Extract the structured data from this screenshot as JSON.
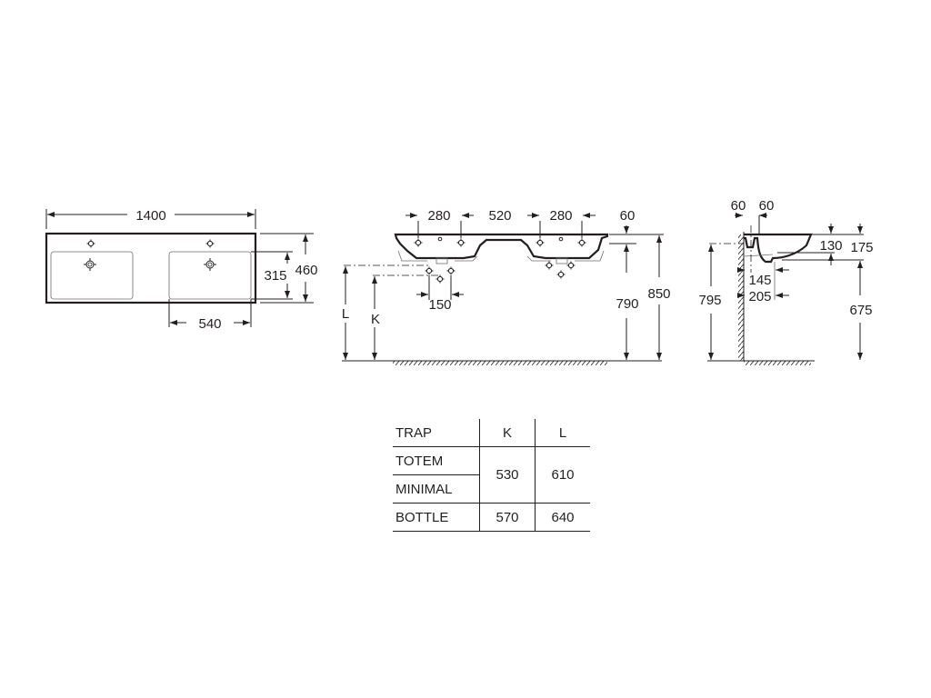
{
  "plan_view": {
    "overall_width": "1400",
    "overall_depth": "460",
    "basin_depth": "315",
    "basin_width": "540"
  },
  "front_view": {
    "tap_offset_left": "280",
    "tap_spacing_center": "520",
    "tap_offset_right": "280",
    "rim_thickness": "60",
    "waste_spacing": "150",
    "height_to_underside": "790",
    "height_to_top": "850",
    "label_l": "L",
    "label_k": "K"
  },
  "side_view": {
    "wall_gap": "60",
    "tap_offset": "60",
    "inner_depth": "130",
    "overall_height": "175",
    "waste_offset_1": "145",
    "waste_offset_2": "205",
    "bracket_height": "795",
    "underside_height": "675"
  },
  "trap_table": {
    "headers": [
      "TRAP",
      "K",
      "L"
    ],
    "rows": [
      {
        "name": "TOTEM",
        "k": "530",
        "l": "610"
      },
      {
        "name": "MINIMAL",
        "k": "530",
        "l": "610"
      },
      {
        "name": "BOTTLE",
        "k": "570",
        "l": "640"
      }
    ],
    "merged_k": "530",
    "merged_l": "610"
  }
}
